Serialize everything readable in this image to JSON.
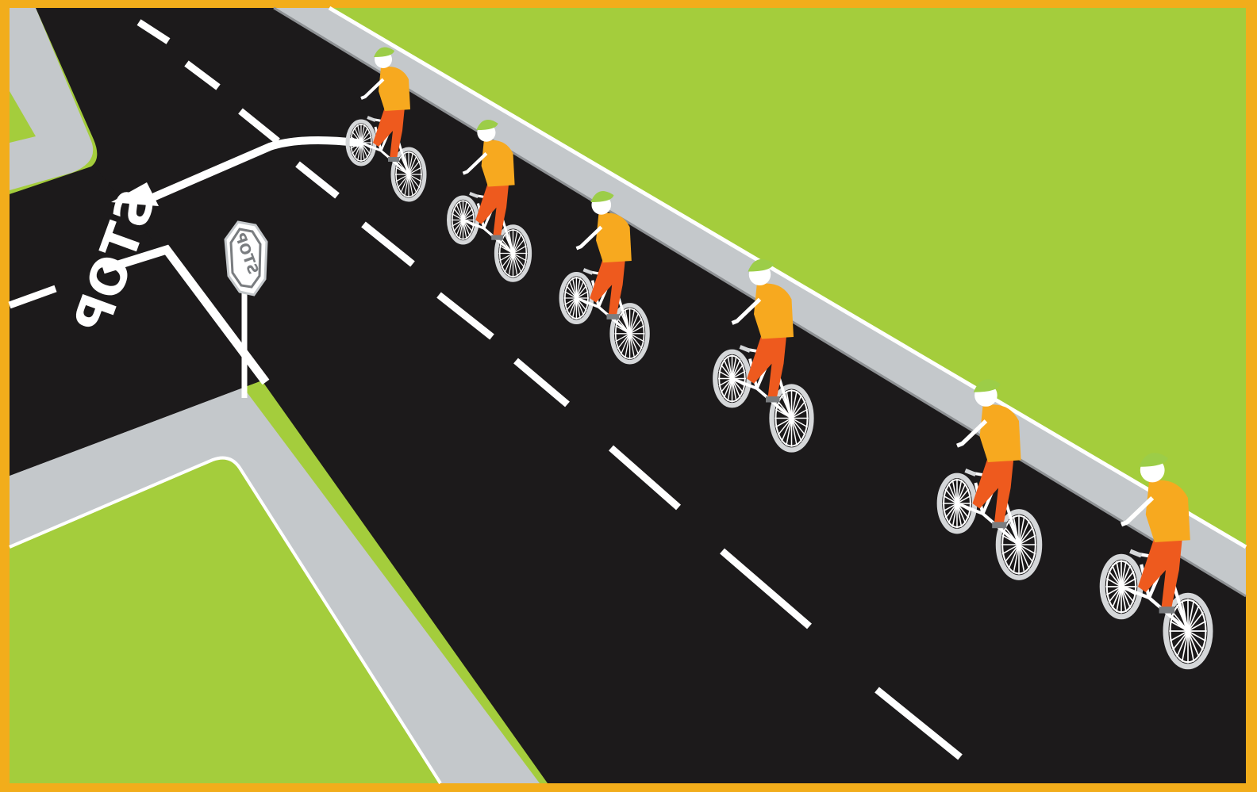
{
  "illustration": {
    "road_marking_text": "STOP",
    "sign_text": "STOP",
    "cyclist_count": 6
  },
  "colors": {
    "frame": "#f2ad1b",
    "grass": "#a4cd3c",
    "sidewalk": "#c4c8cb",
    "asphalt": "#1c1a1b",
    "marking": "#ffffff",
    "helmet": "#9ccd48",
    "jersey": "#f7a91f",
    "pants": "#ee5a1e",
    "wheel": "#d5d7d9"
  },
  "icons": [
    "stop-sign-icon",
    "turn-left-arrow-icon",
    "bicycle-icon",
    "cyclist-icon"
  ]
}
